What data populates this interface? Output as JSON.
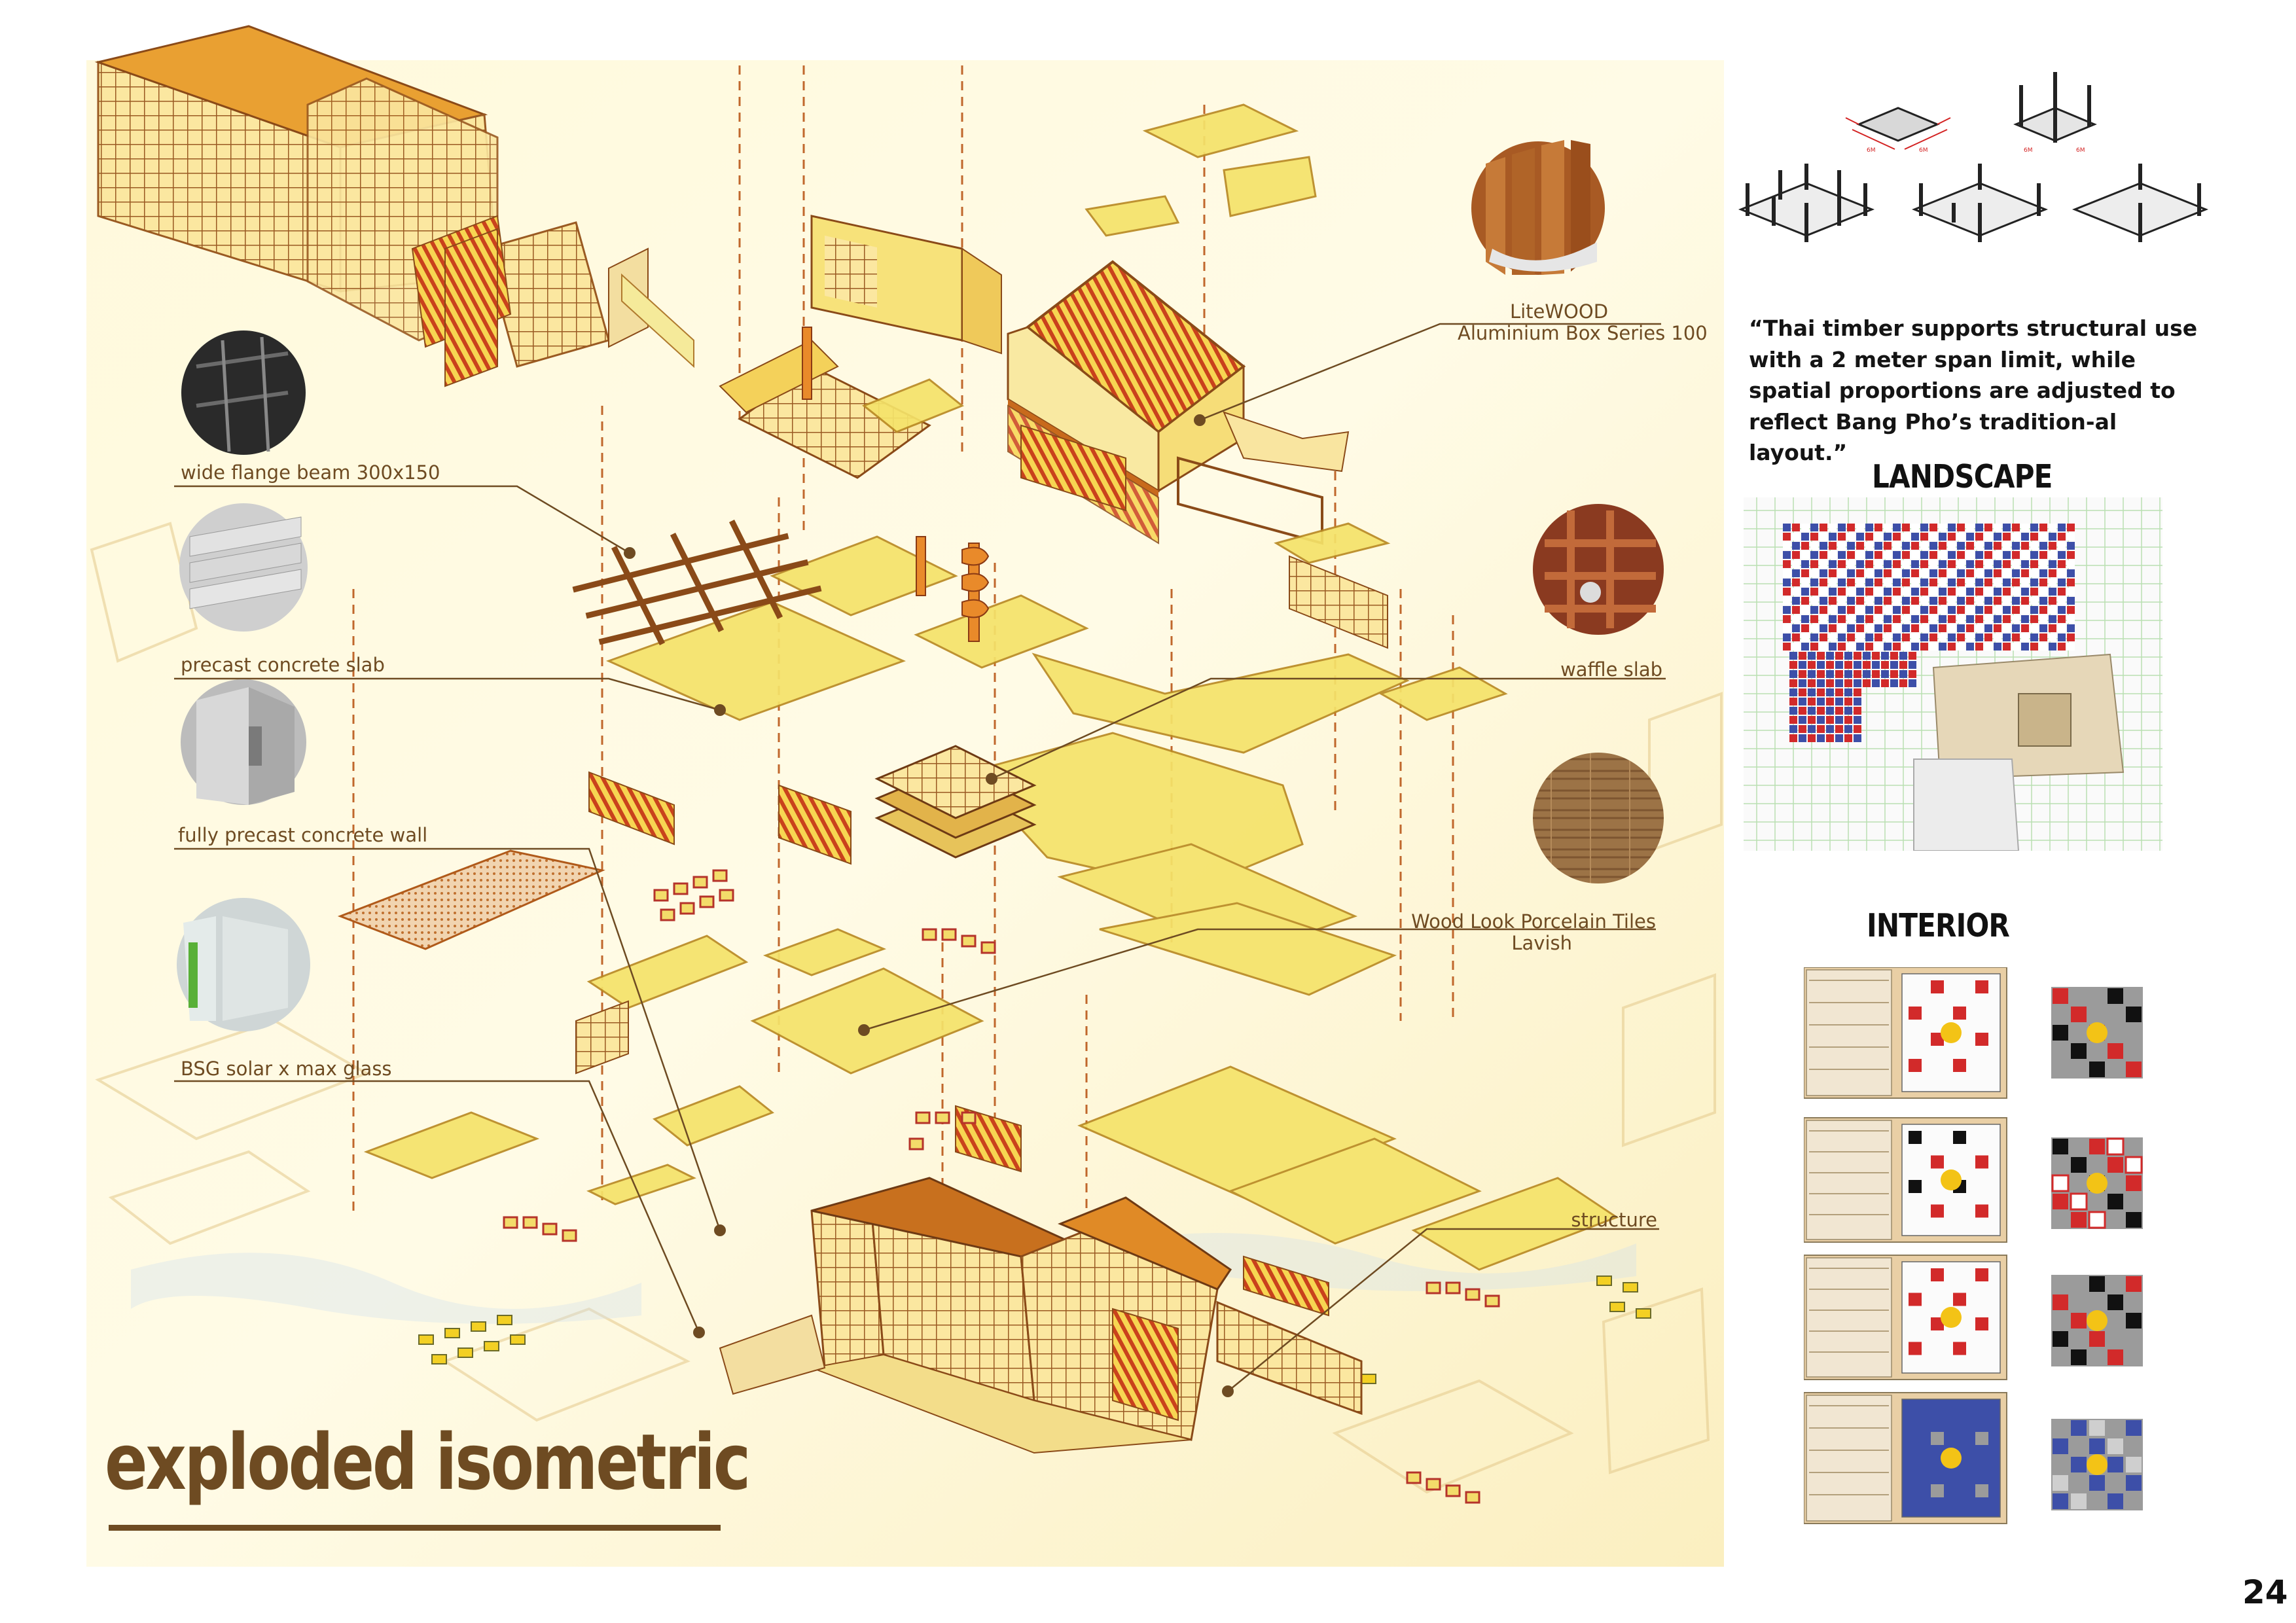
{
  "title": "exploded isometric",
  "page_number": "24",
  "materials": [
    {
      "id": "litewood",
      "label_lines": [
        "LiteWOOD",
        "Aluminium Box Series 100"
      ],
      "icon": "timber-slat-swatch"
    },
    {
      "id": "wide-flange",
      "label_lines": [
        "wide flange beam 300x150"
      ],
      "icon": "steel-beam-swatch"
    },
    {
      "id": "precast-slab",
      "label_lines": [
        "precast concrete slab"
      ],
      "icon": "hollow-core-slab-swatch"
    },
    {
      "id": "waffle-slab",
      "label_lines": [
        "waffle slab"
      ],
      "icon": "waffle-ceiling-swatch"
    },
    {
      "id": "precast-wall",
      "label_lines": [
        "fully  precast concrete wall"
      ],
      "icon": "precast-wall-swatch"
    },
    {
      "id": "porcelain-tiles",
      "label_lines": [
        "Wood Look Porcelain Tiles",
        "Lavish"
      ],
      "icon": "wood-floor-swatch"
    },
    {
      "id": "solar-glass",
      "label_lines": [
        "BSG solar x max glass"
      ],
      "icon": "glass-swatch"
    },
    {
      "id": "structure",
      "label_lines": [
        "structure"
      ],
      "icon": ""
    }
  ],
  "quote": "“Thai timber supports structural use with a 2 meter span limit, while spatial proportions are adjusted to reflect Bang Pho’s tradition-al layout.”",
  "sections": {
    "landscape": "LANDSCAPE",
    "interior": "INTERIOR"
  },
  "module_dims": [
    "6M",
    "6M",
    "6M",
    "6M"
  ],
  "colors": {
    "label_brown": "#6e4b22",
    "yellow_plane": "#f5e36a",
    "orange_accent": "#d98b1e",
    "plan_red": "#d22a2a",
    "plan_blue": "#3d4fa8",
    "plan_black": "#111111",
    "plan_grey": "#9b9b9b",
    "plan_yellow": "#f3c316",
    "plan_tan": "#e9cfa5"
  }
}
